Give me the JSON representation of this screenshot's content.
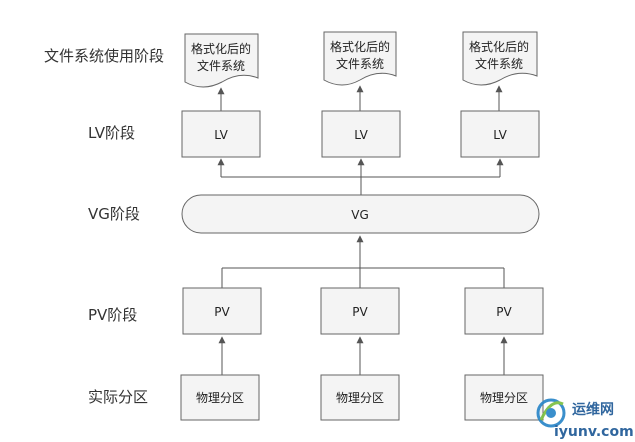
{
  "stages": {
    "filesystem": "文件系统使用阶段",
    "lv": "LV阶段",
    "vg": "VG阶段",
    "pv": "PV阶段",
    "partition": "实际分区"
  },
  "docs": [
    {
      "line1": "格式化后的",
      "line2": "文件系统"
    },
    {
      "line1": "格式化后的",
      "line2": "文件系统"
    },
    {
      "line1": "格式化后的",
      "line2": "文件系统"
    }
  ],
  "lv_boxes": [
    "LV",
    "LV",
    "LV"
  ],
  "vg_box": "VG",
  "pv_boxes": [
    "PV",
    "PV",
    "PV"
  ],
  "partitions": [
    "物理分区",
    "物理分区",
    "物理分区"
  ],
  "watermark": {
    "name": "运维网",
    "url": "iyunv.com"
  }
}
